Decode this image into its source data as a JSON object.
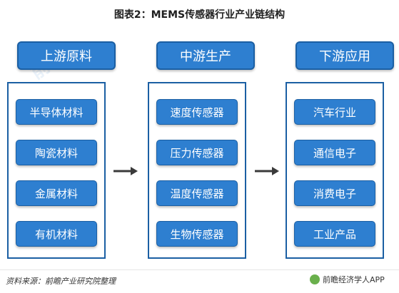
{
  "title": "图表2：MEMS传感器行业产业链结构",
  "columns": [
    {
      "header": "上游原料",
      "items": [
        "半导体材料",
        "陶瓷材料",
        "金属材料",
        "有机材料"
      ]
    },
    {
      "header": "中游生产",
      "items": [
        "速度传感器",
        "压力传感器",
        "温度传感器",
        "生物传感器"
      ]
    },
    {
      "header": "下游应用",
      "items": [
        "汽车行业",
        "通信电子",
        "消费电子",
        "工业产品"
      ]
    }
  ],
  "source_note": "资料来源：前瞻产业研究院整理",
  "brand_text": "前瞻经济学人APP",
  "watermarks": [
    "前瞻",
    "前瞻",
    "前瞻"
  ],
  "colors": {
    "box_fill": "#2e7fd0",
    "box_border": "#1b5fa3",
    "arrow": "#3a3a3a"
  }
}
